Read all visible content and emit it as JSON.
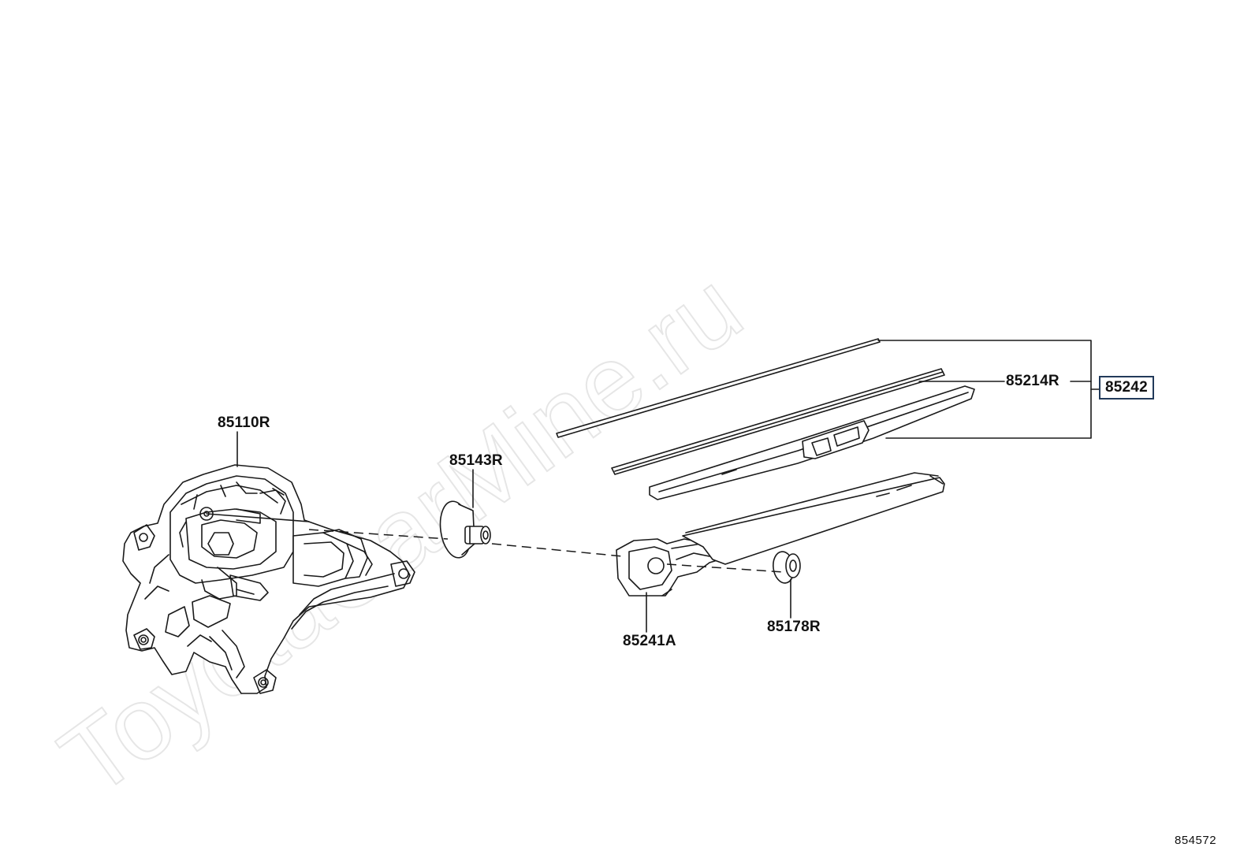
{
  "watermark": "ToyotaCarMine.ru",
  "diagram_id": "854572",
  "parts": {
    "motor": "85110R",
    "cap": "85143R",
    "arm": "85241A",
    "nut_cover": "85178R",
    "blade_rubber": "85214R",
    "blade_assy": "85242"
  },
  "colors": {
    "line": "#1a1a1a",
    "box_border": "#223a5a",
    "watermark": "#e9e9e9"
  }
}
